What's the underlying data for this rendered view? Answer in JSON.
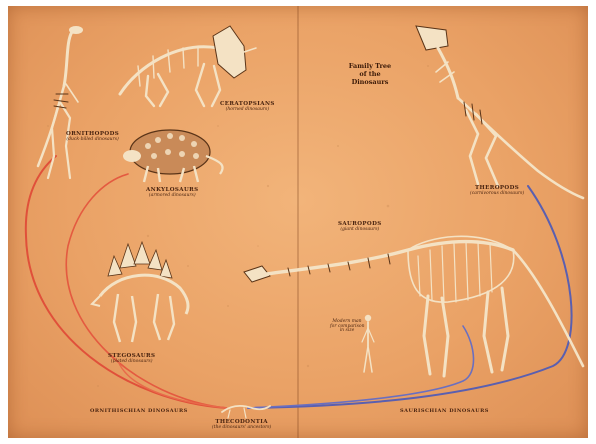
{
  "title": [
    "Family Tree",
    "of the",
    "Dinosaurs"
  ],
  "groups": {
    "ornithopods": {
      "name": "ORNITHOPODS",
      "sub": "(duck-billed dinosaurs)"
    },
    "ceratopsians": {
      "name": "CERATOPSIANS",
      "sub": "(horned dinosaurs)"
    },
    "ankylosaurs": {
      "name": "ANKYLOSAURS",
      "sub": "(armored dinosaurs)"
    },
    "theropods": {
      "name": "THEROPODS",
      "sub": "(carnivorous dinosaurs)"
    },
    "sauropods": {
      "name": "SAUROPODS",
      "sub": "(giant dinosaurs)"
    },
    "stegosaurs": {
      "name": "STEGOSAURS",
      "sub": "(plated dinosaurs)"
    },
    "thecodontia": {
      "name": "THECODONTIA",
      "sub": "(the dinosaurs' ancestors)"
    }
  },
  "human_note": [
    "Modern man",
    "for comparison",
    "in size"
  ],
  "branches": {
    "ornithischian": "ORNITHISCHIAN DINOSAURS",
    "saurischian": "SAURISCHIAN DINOSAURS"
  },
  "colors": {
    "ornithischian_line": "#e0503a",
    "saurischian_line": "#5a5fb0",
    "bone": "#f4e2c4",
    "bone_shadow": "#5a3418"
  }
}
